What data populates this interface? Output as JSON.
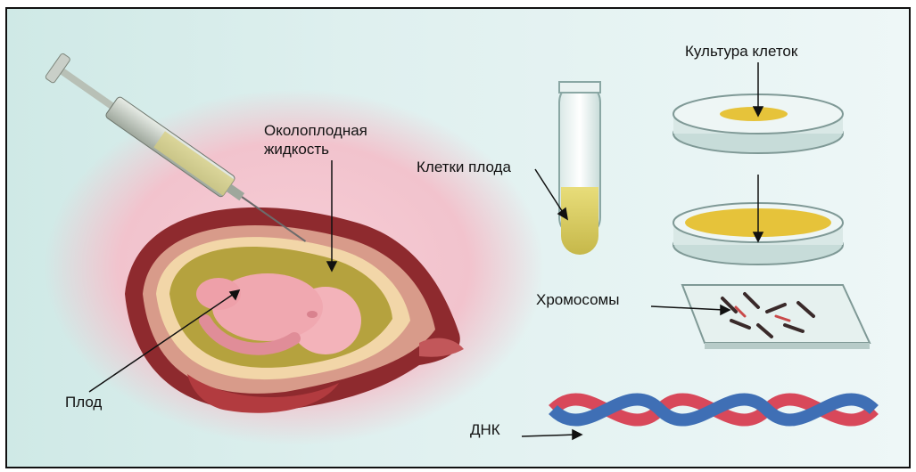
{
  "labels": {
    "amniotic_fluid_line1": "Околоплодная",
    "amniotic_fluid_line2": "жидкость",
    "fetus": "Плод",
    "fetal_cells": "Клетки плода",
    "cell_culture": "Культура клеток",
    "chromosomes": "Хромосомы",
    "dna": "ДНК"
  },
  "colors": {
    "background": "#dff0ef",
    "womb_glow": "#f3c9d2",
    "uterus_wall": "#8e2a2e",
    "amniotic_fluid": "#b5a23e",
    "fetus": "#f0a8b0",
    "syringe": "#c9cfc8",
    "dna_red": "#d8485a",
    "dna_blue": "#3f6fb5",
    "culture_yellow": "#e6c33a"
  },
  "icons": [
    "syringe-icon",
    "test-tube-icon",
    "petri-dish-icon",
    "microscope-slide-icon",
    "dna-helix-icon"
  ]
}
